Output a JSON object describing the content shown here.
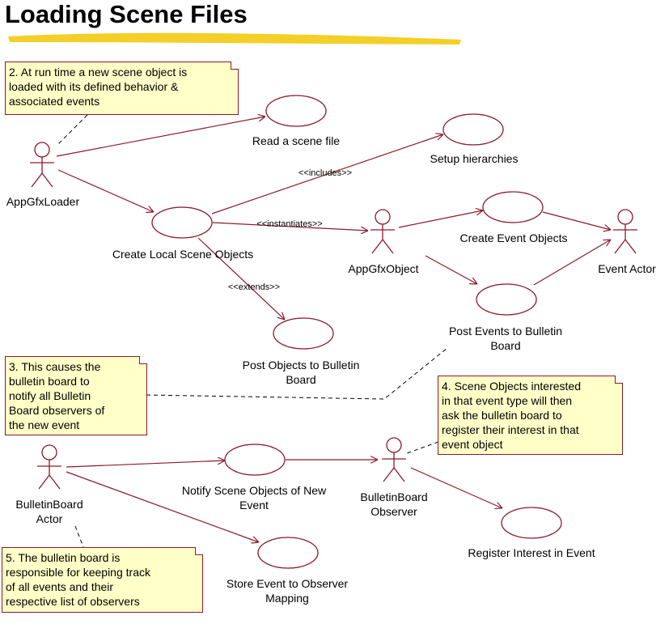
{
  "title": "Loading Scene Files",
  "colors": {
    "line": "#8b1a2b",
    "note_bg": "#ffffc8",
    "highlight": "#f2cc1b"
  },
  "actors": {
    "loader": "AppGfxLoader",
    "gfx_object": "AppGfxObject",
    "event_actor": "Event Actor",
    "bb_actor": [
      "BulletinBoard",
      "Actor"
    ],
    "bb_observer": [
      "BulletinBoard",
      "Observer"
    ]
  },
  "use_cases": {
    "read_scene": [
      "Read a scene file"
    ],
    "setup_hier": [
      "Setup hierarchies"
    ],
    "create_local": [
      "Create Local Scene Objects"
    ],
    "create_event": [
      "Create Event Objects"
    ],
    "post_events": [
      "Post Events to Bulletin",
      "Board"
    ],
    "post_objects": [
      "Post Objects to Bulletin",
      "Board"
    ],
    "notify": [
      "Notify Scene Objects of New",
      "Event"
    ],
    "register": [
      "Register Interest in Event"
    ],
    "store": [
      "Store Event to Observer",
      "Mapping"
    ]
  },
  "stereotypes": {
    "includes": "<<includes>>",
    "instantiates": "<<instantiates>>",
    "extends": "<<extends>>"
  },
  "notes": {
    "n2": "2. At run time a new scene object is\nloaded with its defined behavior &\nassociated events",
    "n3": "3. This causes the\nbulletin board to\nnotify all Bulletin\nBoard observers of\nthe new event",
    "n4": "4. Scene Objects interested\nin that event type will then\nask the bulletin board to\nregister their interest in that\nevent object",
    "n5": "5. The bulletin board is\nresponsible for keeping track\nof all events and their\nrespective list of observers"
  }
}
